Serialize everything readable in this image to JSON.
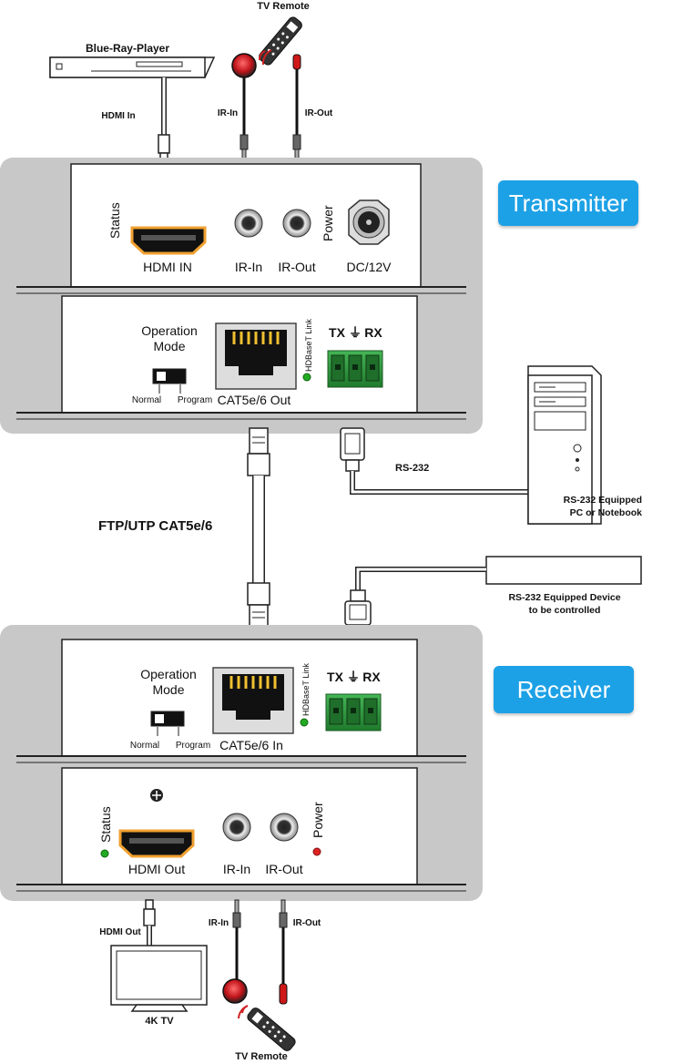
{
  "top": {
    "tv_remote": "TV Remote",
    "player": "Blue-Ray-Player",
    "hdmi_in": "HDMI In",
    "ir_in": "IR-In",
    "ir_out": "IR-Out"
  },
  "transmitter": {
    "badge": "Transmitter",
    "front": {
      "status": "Status",
      "hdmi": "HDMI IN",
      "ir_in": "IR-In",
      "ir_out": "IR-Out",
      "power": "Power",
      "dc": "DC/12V"
    },
    "rear": {
      "op_mode_1": "Operation",
      "op_mode_2": "Mode",
      "normal": "Normal",
      "program": "Program",
      "cat": "CAT5e/6 Out",
      "link": "HDBaseT Link",
      "txrx_tx": "TX",
      "txrx_gnd": "⏚",
      "txrx_rx": "RX"
    }
  },
  "middle": {
    "cable": "FTP/UTP CAT5e/6",
    "rs232": "RS-232",
    "pc_1": "RS-232 Equipped",
    "pc_2": "PC or Notebook",
    "device_1": "RS-232 Equipped Device",
    "device_2": "to be controlled"
  },
  "receiver": {
    "badge": "Receiver",
    "rear": {
      "op_mode_1": "Operation",
      "op_mode_2": "Mode",
      "normal": "Normal",
      "program": "Program",
      "cat": "CAT5e/6 In",
      "link": "HDBaseT Link",
      "txrx_tx": "TX",
      "txrx_gnd": "⏚",
      "txrx_rx": "RX"
    },
    "front": {
      "status": "Status",
      "hdmi": "HDMI Out",
      "ir_in": "IR-In",
      "ir_out": "IR-Out",
      "power": "Power"
    }
  },
  "bottom": {
    "hdmi_out": "HDMI Out",
    "tv": "4K TV",
    "ir_in": "IR-In",
    "ir_out": "IR-Out",
    "tv_remote": "TV Remote"
  },
  "colors": {
    "badge": "#1da1e6",
    "housing": "#c8c8c8",
    "terminal": "#2e9e3e",
    "led_green": "#22aa22",
    "led_red": "#dd2222",
    "hdmi_orange": "#f0a030"
  }
}
